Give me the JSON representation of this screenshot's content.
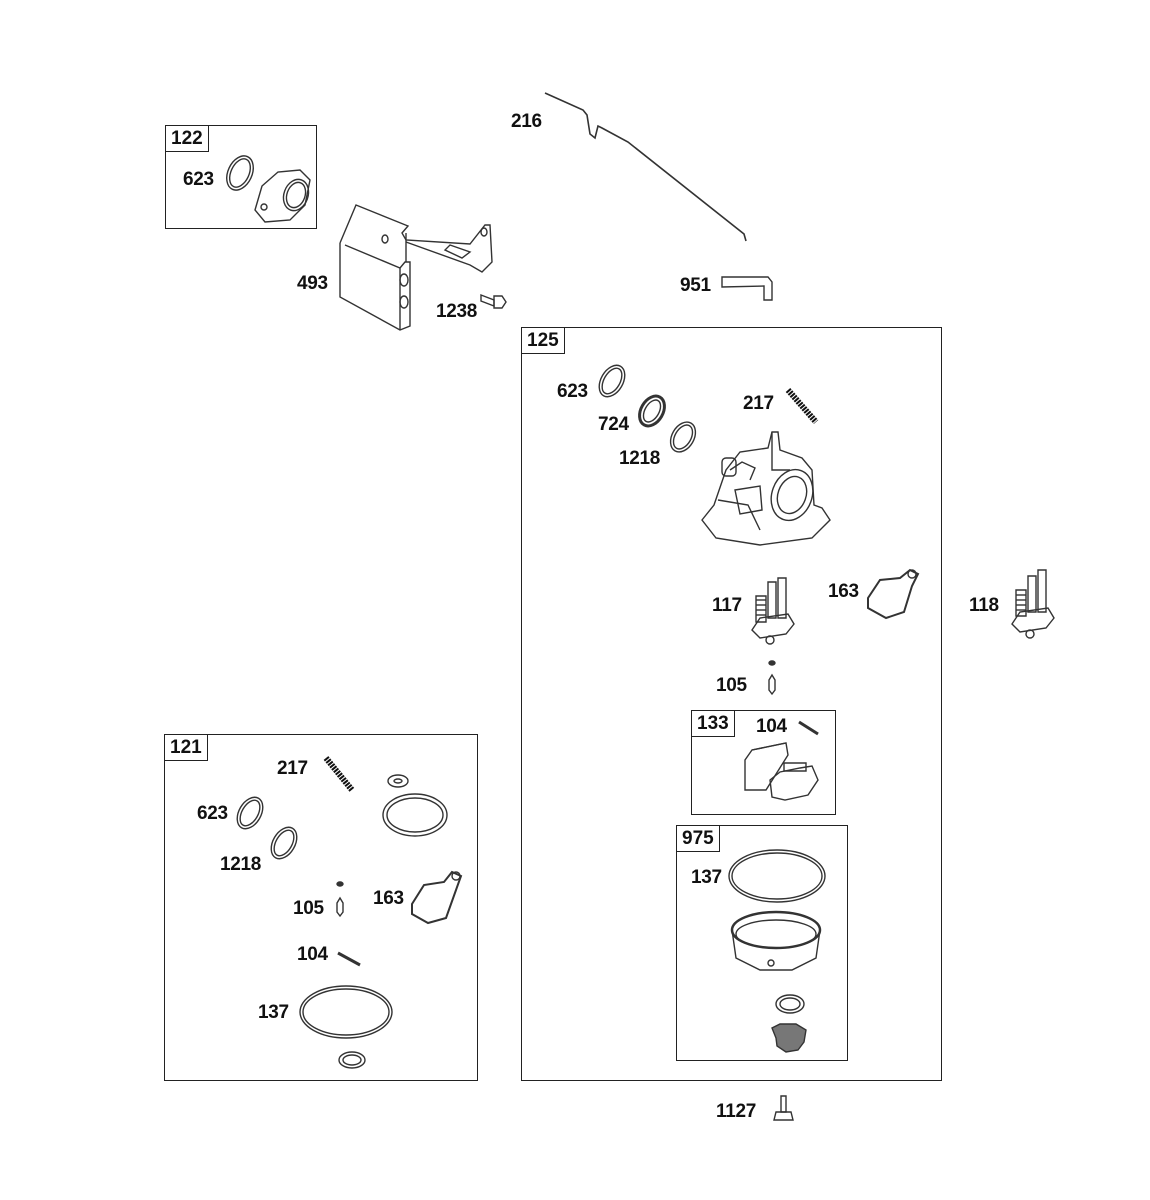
{
  "diagram": {
    "type": "exploded parts diagram",
    "kits": [
      {
        "id": "122",
        "parts": [
          "623"
        ]
      },
      {
        "id": "125",
        "parts": [
          "623",
          "724",
          "1218",
          "217",
          "117",
          "163",
          "105",
          "133",
          "975"
        ]
      },
      {
        "id": "133",
        "parts": [
          "104"
        ]
      },
      {
        "id": "975",
        "parts": [
          "137"
        ]
      },
      {
        "id": "121",
        "parts": [
          "217",
          "623",
          "1218",
          "105",
          "163",
          "104",
          "137"
        ]
      }
    ],
    "labels": {
      "kit_122": "122",
      "p623_a": "623",
      "p493": "493",
      "p1238": "1238",
      "p216": "216",
      "p951": "951",
      "kit_125": "125",
      "p623_b": "623",
      "p724": "724",
      "p1218_a": "1218",
      "p217_a": "217",
      "p117": "117",
      "p163_a": "163",
      "p118": "118",
      "p105_a": "105",
      "kit_133": "133",
      "p104_a": "104",
      "kit_975": "975",
      "p137_a": "137",
      "p1127": "1127",
      "kit_121": "121",
      "p217_b": "217",
      "p623_c": "623",
      "p1218_b": "1218",
      "p105_b": "105",
      "p163_b": "163",
      "p104_b": "104",
      "p137_b": "137"
    }
  }
}
